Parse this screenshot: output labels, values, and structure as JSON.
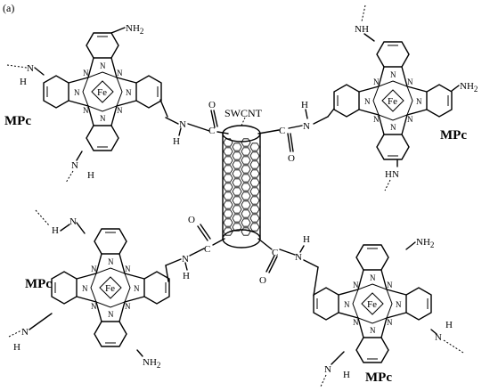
{
  "panel_label": "(a)",
  "center_label": "SWCNT",
  "complex_label": "MPc",
  "metal": "Fe",
  "ring_n": "N",
  "oxygen": "O",
  "carbon": "C",
  "nitrogen": "N",
  "hydrogen": "H",
  "amine_h2": "NH",
  "amine_sub": "2",
  "nh": "NH",
  "hn": "HN"
}
